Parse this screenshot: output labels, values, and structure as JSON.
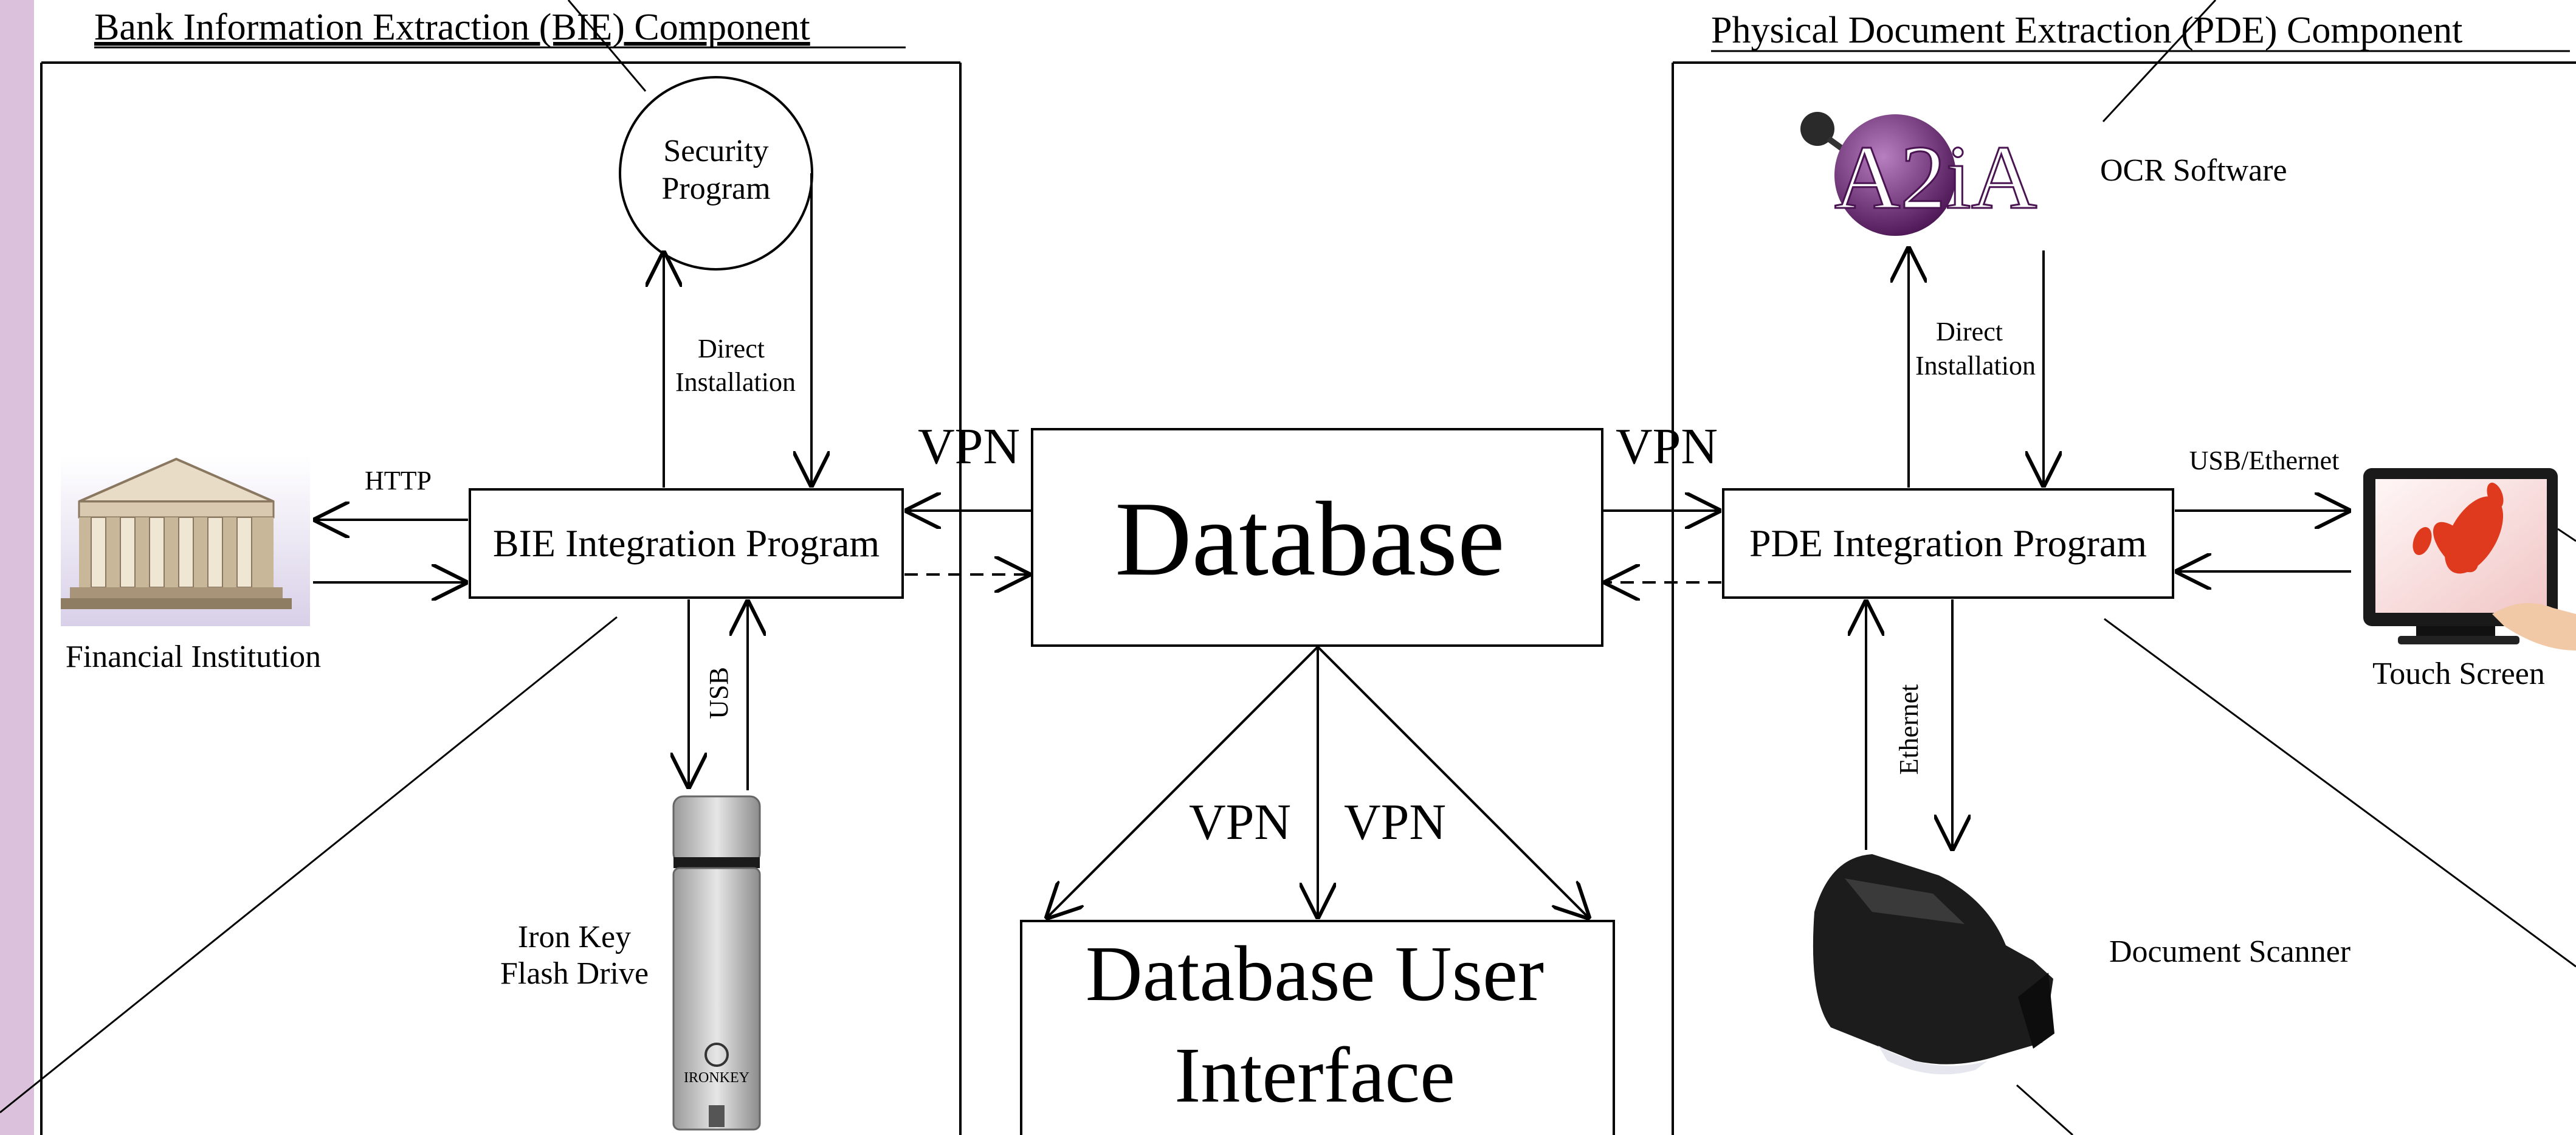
{
  "components": {
    "bie_title": "Bank Information Extraction (BIE) Component",
    "pde_title": "Physical Document Extraction (PDE) Component"
  },
  "nodes": {
    "security_program": [
      "Security",
      "Program"
    ],
    "bie_integration": "BIE Integration Program",
    "pde_integration": "PDE Integration Program",
    "database": "Database",
    "database_ui": [
      "Database User",
      "Interface"
    ],
    "financial_institution": "Financial Institution",
    "iron_key": [
      "Iron Key",
      "Flash Drive"
    ],
    "touch_screen": "Touch Screen",
    "document_scanner": "Document Scanner",
    "ocr_software": "OCR Software"
  },
  "logos": {
    "a2ia": "A2iA",
    "ironkey": "IRONKEY"
  },
  "edges": {
    "direct_installation": [
      "Direct",
      "Installation"
    ],
    "vpn": "VPN",
    "http": "HTTP",
    "usb": "USB",
    "usb_ethernet": "USB/Ethernet",
    "ethernet": "Ethernet"
  },
  "colors": {
    "left_accent_bar": "#dcc1dc",
    "a2ia_purple": "#6e2a77",
    "stroke": "#000000"
  }
}
